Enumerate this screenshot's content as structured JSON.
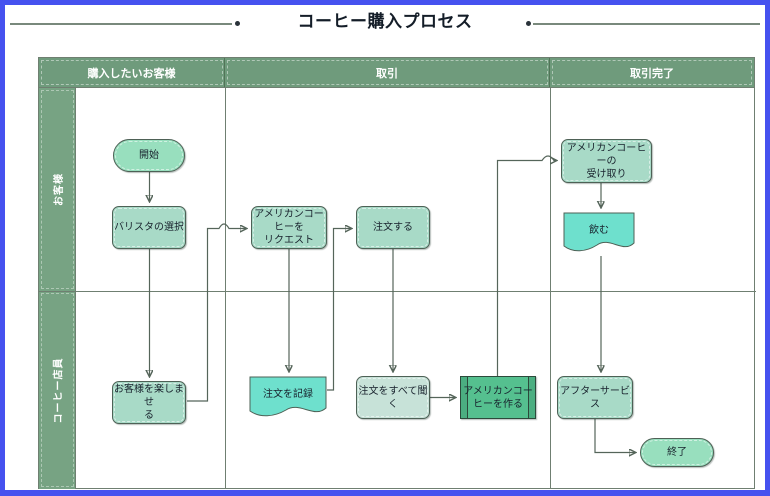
{
  "title": "コーヒー購入プロセス",
  "swimlane": {
    "columns": [
      "購入したいお客様",
      "取引",
      "取引完了"
    ],
    "rows": [
      "お客様",
      "コーヒー店員"
    ]
  },
  "nodes": {
    "start": {
      "label": "開始",
      "type": "start"
    },
    "select_barista": {
      "label": "バリスタの選択",
      "type": "process"
    },
    "request_coffee": {
      "label": "アメリカンコーヒーを\nリクエスト",
      "type": "process"
    },
    "place_order": {
      "label": "注文する",
      "type": "process"
    },
    "receive_coffee": {
      "label": "アメリカンコーヒーの\n受け取り",
      "type": "process"
    },
    "drink": {
      "label": "飲む",
      "type": "document"
    },
    "entertain": {
      "label": "お客様を楽しませ\nる",
      "type": "process"
    },
    "record_order": {
      "label": "注文を記録",
      "type": "document"
    },
    "listen_orders": {
      "label": "注文をすべて聞く",
      "type": "process"
    },
    "make_coffee": {
      "label": "アメリカンコー\nヒーを作る",
      "type": "predefined-process"
    },
    "after_service": {
      "label": "アフターサービス",
      "type": "process"
    },
    "end": {
      "label": "終了",
      "type": "end"
    }
  },
  "colors": {
    "frame_border": "#4652ef",
    "lane_header_bg": "#6f9b7c",
    "lane_label_bg": "#77a383",
    "grid_line": "#6f7f71",
    "process_fill": "#a8dac7",
    "process_pale_fill": "#c7e2d8",
    "stadium_fill": "#98dfbe",
    "document_fill": "#6ee0cd",
    "predefined_fill": "#55c08f",
    "connector": "#55655a",
    "node_text": "#18222d",
    "title_text": "#141d28"
  }
}
